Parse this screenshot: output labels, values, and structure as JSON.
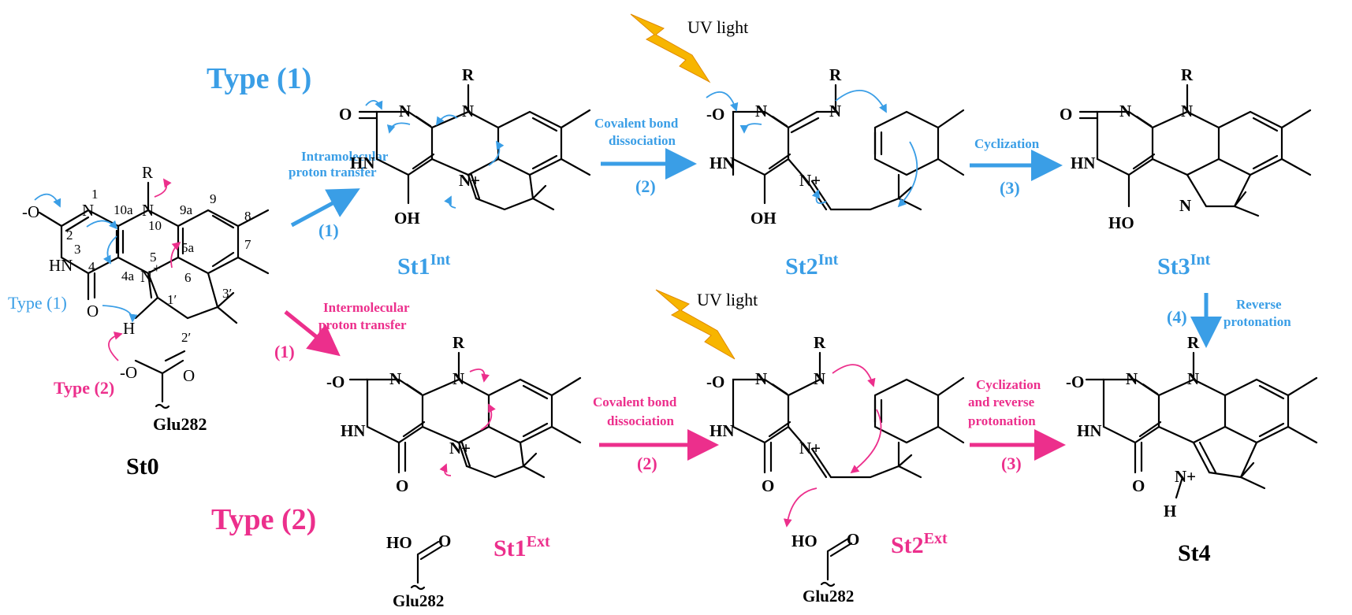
{
  "colors": {
    "blue": "#3a9ee6",
    "pink": "#ec2f8c",
    "ink": "#000000",
    "bolt": "#f7b500",
    "bolt_edge": "#e08a00"
  },
  "headings": {
    "type1": "Type (1)",
    "type2": "Type (2)"
  },
  "uv": {
    "label_top": "UV light",
    "label_bottom": "UV light"
  },
  "states": {
    "st0": "St0",
    "st1_int": {
      "base": "St1",
      "sup": "Int"
    },
    "st2_int": {
      "base": "St2",
      "sup": "Int"
    },
    "st3_int": {
      "base": "St3",
      "sup": "Int"
    },
    "st1_ext": {
      "base": "St1",
      "sup": "Ext"
    },
    "st2_ext": {
      "base": "St2",
      "sup": "Ext"
    },
    "st4": "St4"
  },
  "st0_labels": {
    "type1": "Type (1)",
    "type2": "Type (2)",
    "glu": "Glu282",
    "atoms": {
      "o_minus": "-O",
      "n1": "N",
      "hn3": "HN",
      "n10": "N",
      "r": "R",
      "n5": "N",
      "n5_charge": "+",
      "o4": "O",
      "h": "H",
      "o_carb": "O",
      "o_anion": "-O"
    },
    "numbers": {
      "n1": "1",
      "c2": "2",
      "n3": "3",
      "c4": "4",
      "c4a": "4a",
      "n5": "5",
      "c5a": "5a",
      "c6": "6",
      "c7": "7",
      "c8": "8",
      "c9": "9",
      "c9a": "9a",
      "n10": "10",
      "c10a": "10a",
      "c1p": "1′",
      "c2p": "2′",
      "c3p": "3′"
    }
  },
  "arrows": {
    "a1_top": {
      "label": "Intramolecular proton transfer",
      "step": "(1)"
    },
    "a1_bot": {
      "label": "Intermolecular proton transfer",
      "step": "(1)"
    },
    "a2_top": {
      "label": "Covalent bond dissociation",
      "step": "(2)"
    },
    "a2_bot": {
      "label": "Covalent bond dissociation",
      "step": "(2)"
    },
    "a3_top": {
      "label": "Cyclization",
      "step": "(3)"
    },
    "a3_bot": {
      "label": "Cyclization and reverse protonation",
      "step": "(3)"
    },
    "a4": {
      "label": "Reverse protonation",
      "step": "(4)"
    }
  },
  "glu": {
    "st1": "Glu282",
    "st2": "Glu282",
    "ho": "HO",
    "o": "O"
  },
  "atoms": {
    "R": "R",
    "N": "N",
    "O": "O",
    "HN": "HN",
    "OH": "OH",
    "HO": "HO",
    "O_minus": "-O",
    "N_plus": "N+",
    "H": "H"
  }
}
